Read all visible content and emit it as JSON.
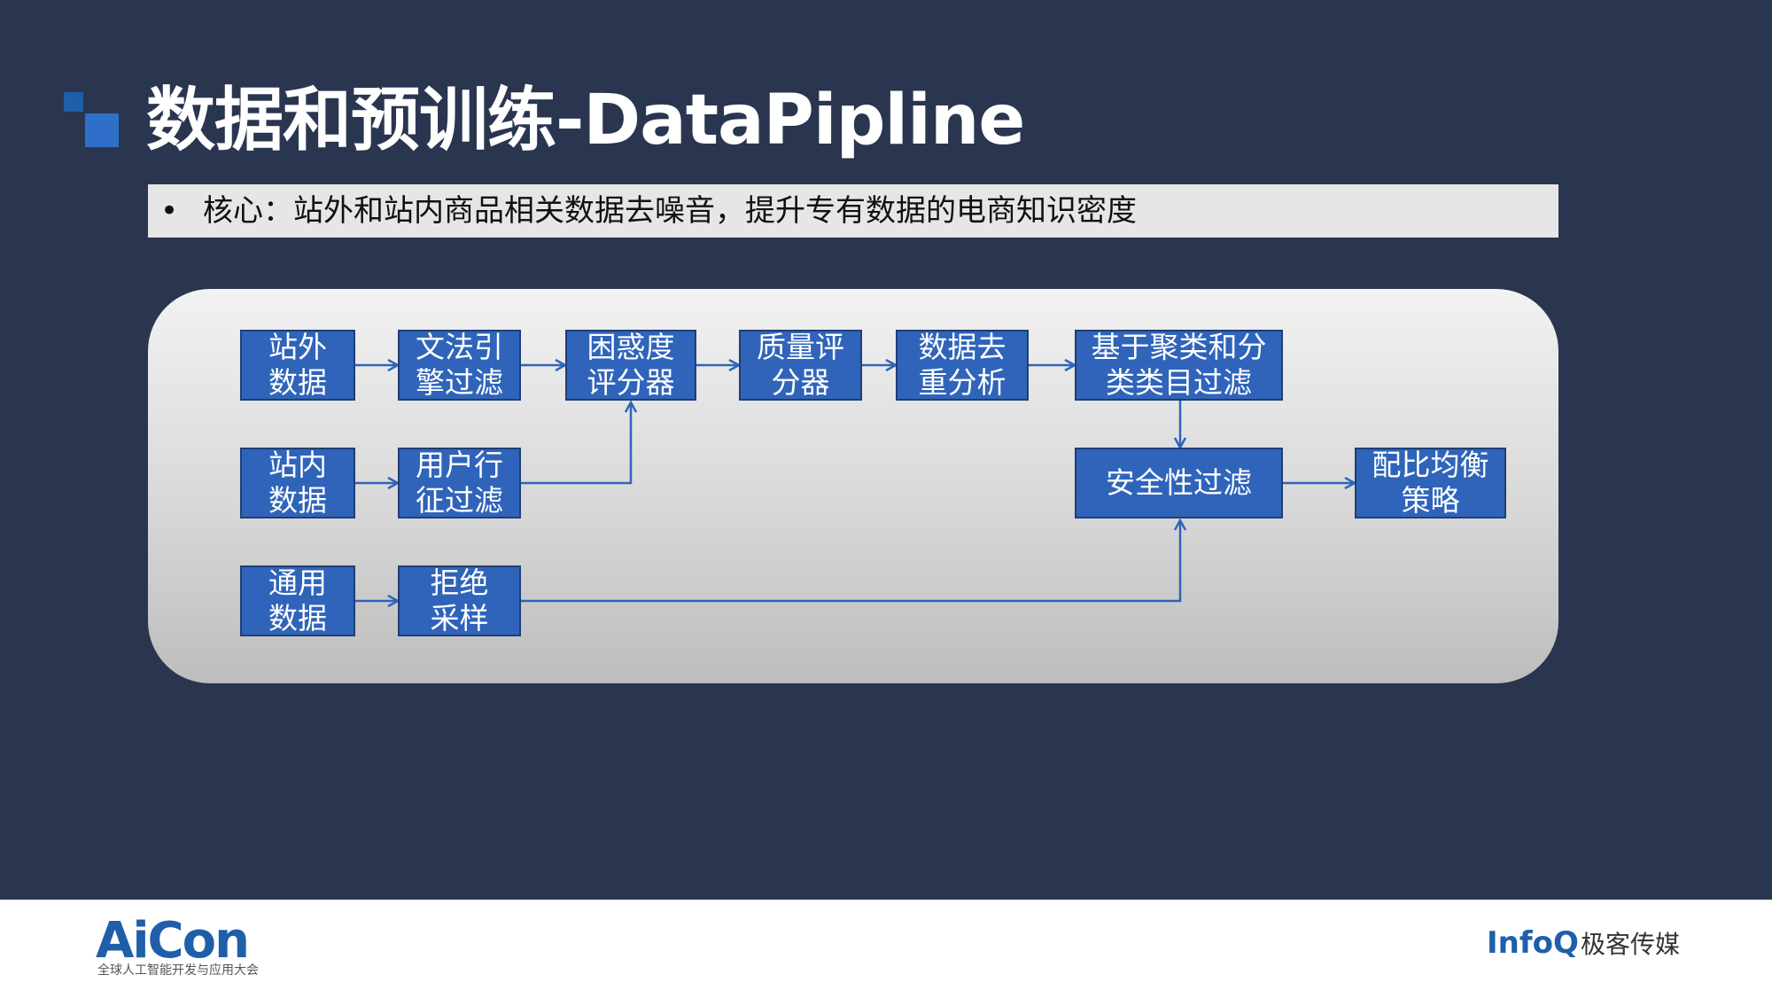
{
  "slide": {
    "title": "数据和预训练-DataPipline",
    "bullet_symbol": "•",
    "bullet_text": "核心：站外和站内商品相关数据去噪音，提升专有数据的电商知识密度"
  },
  "diagram": {
    "nodes": [
      {
        "id": "offsite_data",
        "label": "站外\n数据"
      },
      {
        "id": "grammar_filter",
        "label": "文法引\n擎过滤"
      },
      {
        "id": "perplexity_scorer",
        "label": "困惑度\n评分器"
      },
      {
        "id": "quality_scorer",
        "label": "质量评\n分器"
      },
      {
        "id": "dedup",
        "label": "数据去\n重分析"
      },
      {
        "id": "cluster_filter",
        "label": "基于聚类和分\n类类目过滤"
      },
      {
        "id": "onsite_data",
        "label": "站内\n数据"
      },
      {
        "id": "user_behavior_filter",
        "label": "用户行\n征过滤"
      },
      {
        "id": "safety_filter",
        "label": "安全性过滤"
      },
      {
        "id": "ratio_strategy",
        "label": "配比均衡\n策略"
      },
      {
        "id": "general_data",
        "label": "通用\n数据"
      },
      {
        "id": "reject_sampling",
        "label": "拒绝\n采样"
      }
    ],
    "edges": [
      {
        "from": "offsite_data",
        "to": "grammar_filter"
      },
      {
        "from": "grammar_filter",
        "to": "perplexity_scorer"
      },
      {
        "from": "perplexity_scorer",
        "to": "quality_scorer"
      },
      {
        "from": "quality_scorer",
        "to": "dedup"
      },
      {
        "from": "dedup",
        "to": "cluster_filter"
      },
      {
        "from": "cluster_filter",
        "to": "safety_filter"
      },
      {
        "from": "onsite_data",
        "to": "user_behavior_filter"
      },
      {
        "from": "user_behavior_filter",
        "to": "perplexity_scorer"
      },
      {
        "from": "safety_filter",
        "to": "ratio_strategy"
      },
      {
        "from": "general_data",
        "to": "reject_sampling"
      },
      {
        "from": "reject_sampling",
        "to": "safety_filter"
      }
    ]
  },
  "footer": {
    "aicon_logo": "AiCon",
    "aicon_tagline": "全球人工智能开发与应用大会",
    "infoq_logo": "InfoQ",
    "geek_media_logo": "极客传媒"
  },
  "colors": {
    "background": "#2a3650",
    "node_fill": "#2f64ba",
    "node_border": "#203f73",
    "connector": "#2f64ba",
    "brand_blue": "#1f5fa9"
  }
}
